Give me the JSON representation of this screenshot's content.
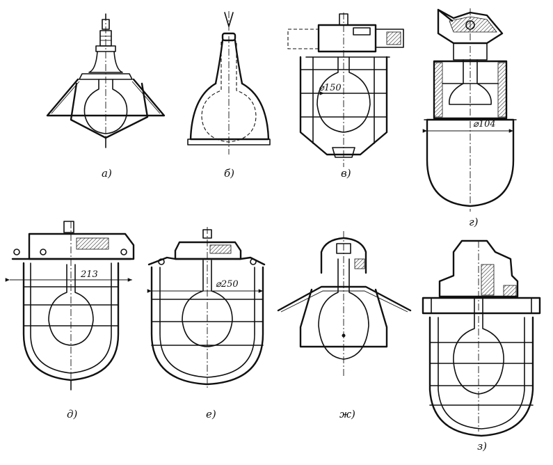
{
  "figure": {
    "labels": {
      "a": "а)",
      "b": "б)",
      "v": "в)",
      "g": "г)",
      "d": "д)",
      "e": "е)",
      "zh": "ж)",
      "z": "з)"
    },
    "dimensions": {
      "v": "⌀150",
      "g": "⌀104",
      "d": "213",
      "e": "⌀250"
    }
  }
}
